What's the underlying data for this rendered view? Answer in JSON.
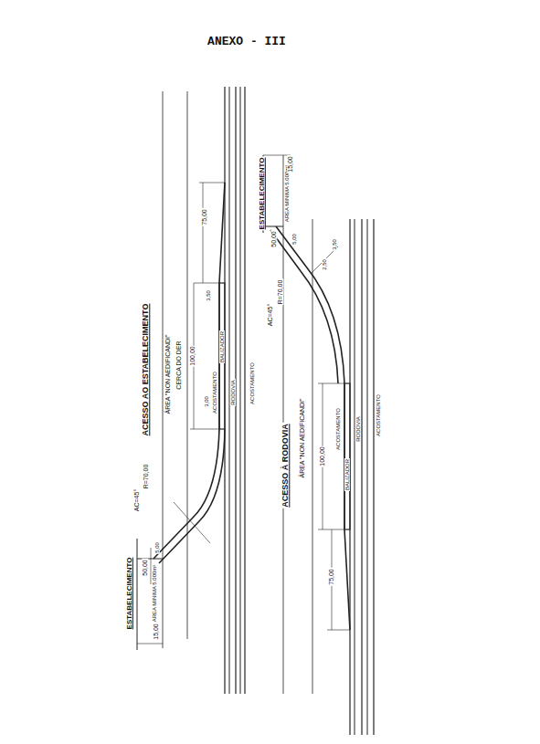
{
  "diagram": {
    "title": "ANEXO - III",
    "labels": [
      "ACESSO AO ESTABELECIMENTO",
      "ÁREA \"NON AEDIFICANDI\"",
      "CERCA DO DER",
      "100,00",
      "75,00",
      "AC=45°",
      "R=70,00",
      "ESTABELECIMENTO",
      "AREA MINIMA 5.000m²",
      "50,00",
      "15,00",
      "5,00",
      "ACOSTAMENTO",
      "RODOVIA",
      "ACOSTAMENTO",
      "BALIZADOR",
      "3,50",
      "3,00",
      "ACESSO À RODOVIA",
      "ÁREA \"NON AEDIFICANDI\"",
      "100,00",
      "75,00",
      "AC=45°",
      "R=70,00",
      "ESTABELECIMENTO",
      "AREA MINIMA 5.000m²",
      "50,00",
      "15,00",
      "5,00",
      "ACOSTAMENTO",
      "RODOVIA",
      "ACOSTAMENTO",
      "BALIZADOR",
      "2,50",
      "3,50"
    ]
  }
}
